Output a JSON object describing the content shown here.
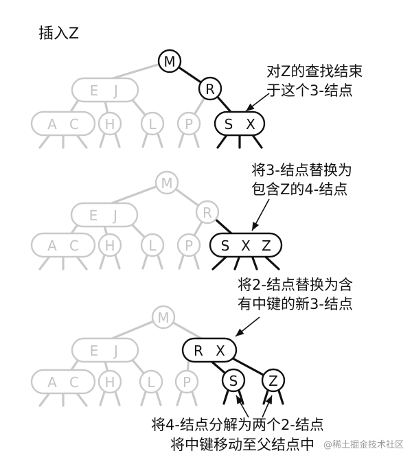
{
  "title": "插入Z",
  "panels": [
    {
      "id": "p1",
      "caption": [
        "对Z的查找结束",
        "于这个3-结点"
      ],
      "nodes": [
        {
          "id": "M",
          "keys": [
            "M"
          ],
          "style": "bold"
        },
        {
          "id": "EJ",
          "keys": [
            "E",
            "J"
          ],
          "style": "dim"
        },
        {
          "id": "R",
          "keys": [
            "R"
          ],
          "style": "bold"
        },
        {
          "id": "AC",
          "keys": [
            "A",
            "C"
          ],
          "style": "dim"
        },
        {
          "id": "H",
          "keys": [
            "H"
          ],
          "style": "dim"
        },
        {
          "id": "L",
          "keys": [
            "L"
          ],
          "style": "dim"
        },
        {
          "id": "P",
          "keys": [
            "P"
          ],
          "style": "dim"
        },
        {
          "id": "SX",
          "keys": [
            "S",
            "X"
          ],
          "style": "bold"
        }
      ]
    },
    {
      "id": "p2",
      "caption": [
        "将3-结点替换为",
        "包含Z的4-结点"
      ],
      "nodes": [
        {
          "id": "M",
          "keys": [
            "M"
          ],
          "style": "dim"
        },
        {
          "id": "EJ",
          "keys": [
            "E",
            "J"
          ],
          "style": "dim"
        },
        {
          "id": "R",
          "keys": [
            "R"
          ],
          "style": "dim"
        },
        {
          "id": "AC",
          "keys": [
            "A",
            "C"
          ],
          "style": "dim"
        },
        {
          "id": "H",
          "keys": [
            "H"
          ],
          "style": "dim"
        },
        {
          "id": "L",
          "keys": [
            "L"
          ],
          "style": "dim"
        },
        {
          "id": "P",
          "keys": [
            "P"
          ],
          "style": "dim"
        },
        {
          "id": "SXZ",
          "keys": [
            "S",
            "X",
            "Z"
          ],
          "style": "bold"
        }
      ]
    },
    {
      "id": "p3",
      "caption": [
        "将2-结点替换为含",
        "有中键的新3-结点"
      ],
      "caption_bottom": [
        "将4-结点分解为两个2-结点",
        "将中键移动至父结点中"
      ],
      "nodes": [
        {
          "id": "M",
          "keys": [
            "M"
          ],
          "style": "dim"
        },
        {
          "id": "EJ",
          "keys": [
            "E",
            "J"
          ],
          "style": "dim"
        },
        {
          "id": "RX",
          "keys": [
            "R",
            "X"
          ],
          "style": "bold"
        },
        {
          "id": "AC",
          "keys": [
            "A",
            "C"
          ],
          "style": "dim"
        },
        {
          "id": "H",
          "keys": [
            "H"
          ],
          "style": "dim"
        },
        {
          "id": "L",
          "keys": [
            "L"
          ],
          "style": "dim"
        },
        {
          "id": "P",
          "keys": [
            "P"
          ],
          "style": "dim"
        },
        {
          "id": "S",
          "keys": [
            "S"
          ],
          "style": "bold"
        },
        {
          "id": "Z",
          "keys": [
            "Z"
          ],
          "style": "bold"
        }
      ]
    }
  ],
  "watermark": "@稀土掘金技术社区"
}
